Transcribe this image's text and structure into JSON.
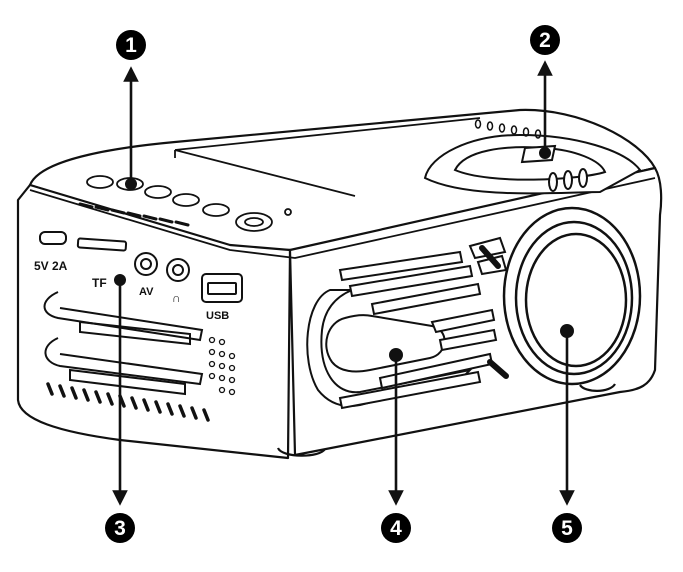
{
  "colors": {
    "line": "#111111",
    "fill": "#ffffff",
    "callout_bg": "#000000",
    "callout_text": "#ffffff"
  },
  "callouts": [
    {
      "number": "1",
      "target": "control buttons"
    },
    {
      "number": "2",
      "target": "focus wheel"
    },
    {
      "number": "3",
      "target": "ports panel"
    },
    {
      "number": "4",
      "target": "speaker grille"
    },
    {
      "number": "5",
      "target": "lens"
    }
  ],
  "port_labels": {
    "power": "5V 2A",
    "tf": "TF",
    "av": "AV",
    "headphone": "∩",
    "usb": "USB"
  }
}
